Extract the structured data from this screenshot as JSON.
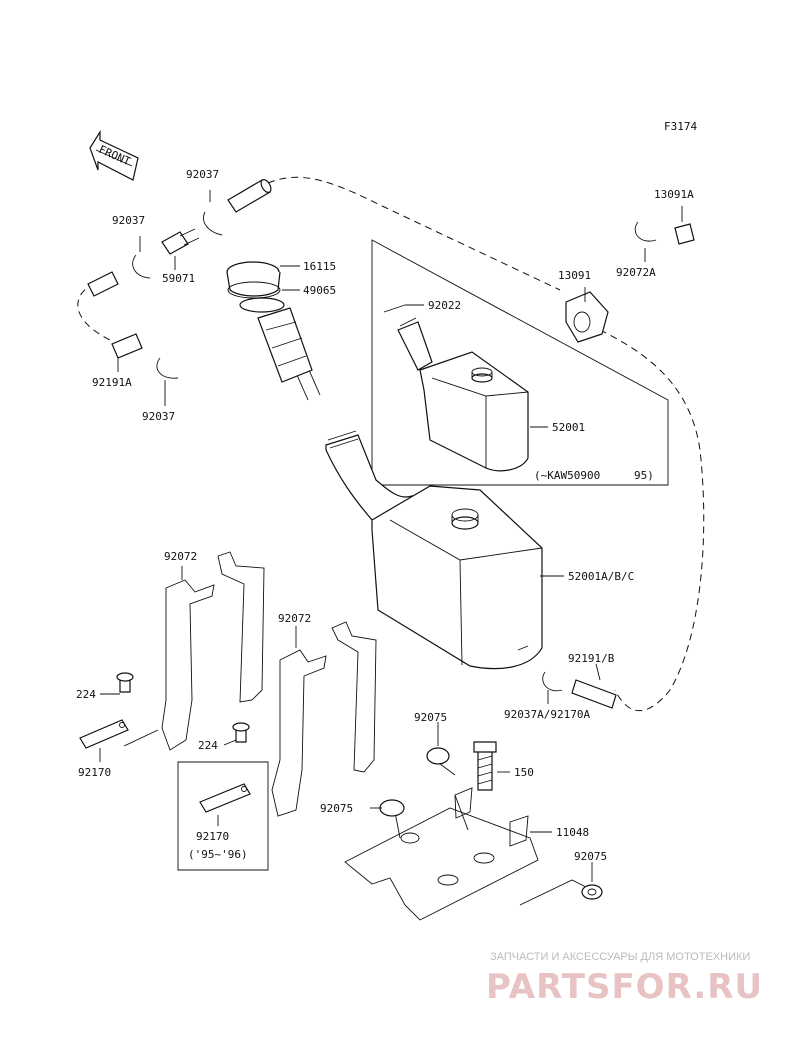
{
  "figure_code": "F3174",
  "front_label": "FRONT",
  "parts": {
    "p92037_top": "92037",
    "p92037_left": "92037",
    "p59071": "59071",
    "p92191a": "92191A",
    "p92037_low": "92037",
    "p16115": "16115",
    "p49065": "49065",
    "p13091a": "13091A",
    "p92072a": "92072A",
    "p13091": "13091",
    "p92022": "92022",
    "p52001": "52001",
    "note_kaw": "(~KAW50900",
    "note_95": "95)",
    "p52001abc": "52001A/B/C",
    "p92072_left": "92072",
    "p92072_mid": "92072",
    "p224_top": "224",
    "p224_mid": "224",
    "p92170_left": "92170",
    "p92170_box": "92170",
    "note_9596": "('95~'96)",
    "p92191b": "92191/B",
    "p92037a": "92037A/92170A",
    "p92075_top": "92075",
    "p150": "150",
    "p92075_mid": "92075",
    "p11048": "11048",
    "p92075_right": "92075"
  },
  "watermark": {
    "tagline": "ЗАПЧАСТИ И АКСЕССУАРЫ ДЛЯ МОТОТЕХНИКИ",
    "brand": "PARTSFOR.RU"
  }
}
